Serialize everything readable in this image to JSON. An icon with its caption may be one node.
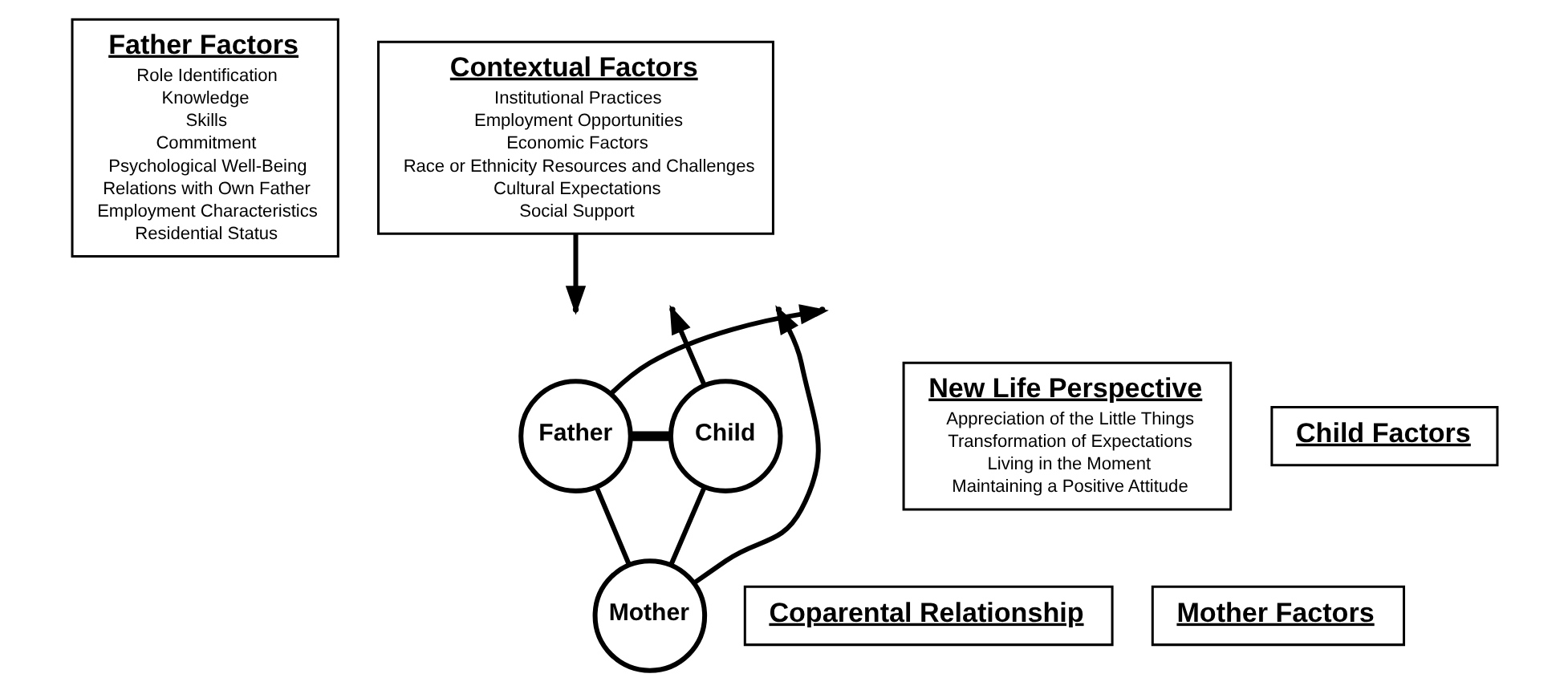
{
  "diagram": {
    "nodes": [
      {
        "text": [
          "Father Factors",
          "Role Identification",
          "Knowledge",
          "Skills",
          "Commitment",
          "Psychological Well-Being",
          "Relations with Own Father",
          "Employment Characteristics",
          "Residential Status"
        ]
      },
      {
        "text": [
          "Contextual Factors",
          "Institutional Practices",
          "Employment Opportunities",
          "Economic Factors",
          "Race or Ethnicity Resources and Challenges",
          "Cultural Expectations",
          "Social Support"
        ]
      },
      {
        "text": [
          "New Life Perspective",
          "Appreciation of the Little Things",
          "Transformation of Expectations",
          "Living in the Moment",
          "Maintaining a Positive Attitude"
        ]
      },
      {
        "text": [
          "Father"
        ]
      },
      {
        "text": [
          "Child"
        ]
      },
      {
        "text": [
          "Child Factors"
        ]
      },
      {
        "text": [
          "Mother"
        ]
      },
      {
        "text": [
          "Coparental Relationship"
        ]
      },
      {
        "text": [
          "Mother Factors"
        ]
      }
    ],
    "edges": [
      {
        "from": 3,
        "to": 4,
        "arrow": "none",
        "style": "thick"
      },
      {
        "from": 3,
        "to": 6,
        "arrow": "none"
      },
      {
        "from": 4,
        "to": 6,
        "arrow": "none"
      },
      {
        "from": 1,
        "to": null,
        "arrow": "to"
      },
      {
        "from": 3,
        "to": null,
        "arrow": "to"
      },
      {
        "from": 6,
        "to": null,
        "arrow": "to"
      },
      {
        "from": 4,
        "to": null,
        "arrow": "to"
      }
    ]
  }
}
